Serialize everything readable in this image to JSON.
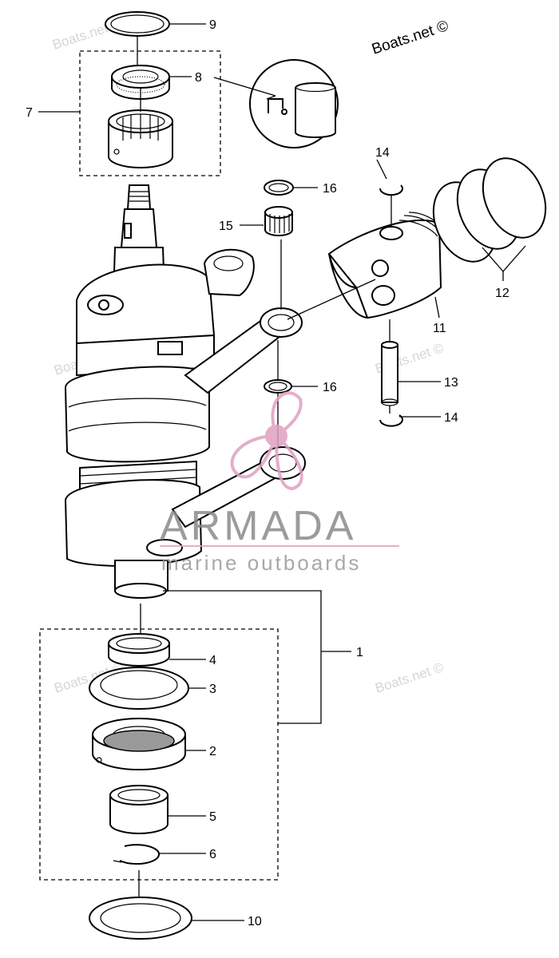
{
  "watermarks": {
    "corner": "Boats.net ©",
    "faint": "Boats.net ©"
  },
  "brand": {
    "name": "ARMADA",
    "tagline": "marine outboards",
    "primary_color": "#8a8a8a",
    "accent_color": "#e0a0c0"
  },
  "callouts": {
    "c1": "1",
    "c2": "2",
    "c3": "3",
    "c4": "4",
    "c5": "5",
    "c6": "6",
    "c7": "7",
    "c8": "8",
    "c9": "9",
    "c10": "10",
    "c11": "11",
    "c12": "12",
    "c13": "13",
    "c14a": "14",
    "c14b": "14",
    "c15": "15",
    "c16a": "16",
    "c16b": "16"
  }
}
